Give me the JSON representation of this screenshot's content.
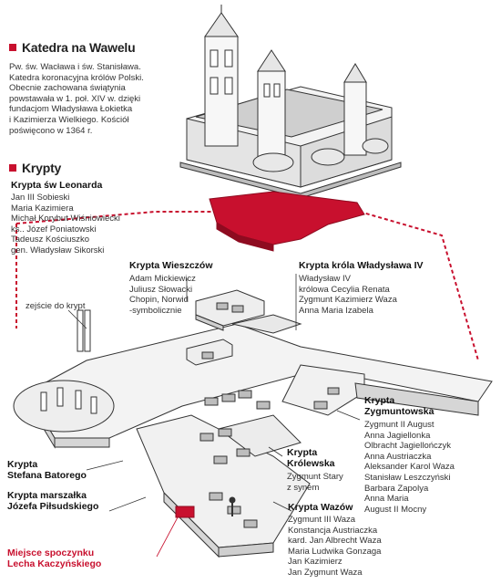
{
  "cathedral": {
    "heading": "Katedra na Wawelu",
    "description": [
      "Pw. św. Wacława i św. Stanisława.",
      "Katedra koronacyjna królów Polski.",
      "Obecnie zachowana świątynia",
      "powstawała w 1. poł. XIV w. dzięki",
      "fundacjom Władysława Łokietka",
      "i Kazimierza Wielkiego. Kościół",
      "poświęcono w 1364 r."
    ]
  },
  "crypts": {
    "heading": "Krypty",
    "leonard": {
      "title": "Krypta św Leonarda",
      "people": [
        "Jan III Sobieski",
        "Maria Kazimiera",
        "Michał Korybut Wiśniowiecki",
        "ks.. Józef Poniatowski",
        "Tadeusz Kościuszko",
        "gen. Władysław Sikorski"
      ]
    },
    "wieszczow": {
      "title": "Krypta Wieszczów",
      "people": [
        "Adam Mickiewicz",
        "Juliusz Słowacki",
        "Chopin, Norwid",
        "-symbolicznie"
      ]
    },
    "wladyslaw": {
      "title": "Krypta króla Władysława IV",
      "people": [
        "Władysław IV",
        "królowa Cecylia Renata",
        "Zygmunt Kazimierz Waza",
        "Anna Maria Izabela"
      ]
    },
    "zygmuntowska": {
      "title": [
        "Krypta",
        "Zygmuntowska"
      ],
      "people": [
        "Zygmunt II August",
        "Anna Jagiellonka",
        "Olbracht Jagiellończyk",
        "Anna Austriaczka",
        "Aleksander Karol Waza",
        "Stanisław Leszczyński",
        "Barbara Zapolya",
        "Anna Maria",
        "August II Mocny"
      ]
    },
    "krolewska": {
      "title": [
        "Krypta",
        "Królewska"
      ],
      "people": [
        "Zygmunt Stary",
        "z synem"
      ]
    },
    "wazow": {
      "title": "Krypta Wazów",
      "people": [
        "Zygmunt III Waza",
        "Konstancja Austriaczka",
        "kard. Jan Albrecht Waza",
        "Maria Ludwika Gonzaga",
        "Jan Kazimierz",
        "Jan Zygmunt Waza"
      ]
    },
    "batory": {
      "title": [
        "Krypta",
        "Stefana Batorego"
      ]
    },
    "pilsudski": {
      "title": [
        "Krypta marszałka",
        "Józefa Piłsudskiego"
      ]
    },
    "kaczynski": {
      "title": [
        "Miejsce spoczynku",
        "Lecha Kaczyńskiego"
      ]
    },
    "entrance": "zejście do krypt"
  },
  "colors": {
    "accent": "#c8102e",
    "line": "#333333",
    "fill": "#f2f2f2",
    "wallShade": "#d6d6d6"
  }
}
